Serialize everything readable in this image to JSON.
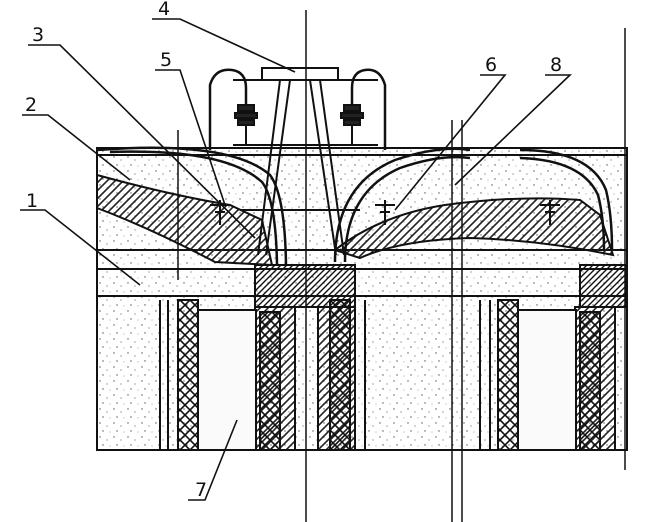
{
  "figure": {
    "labels": [
      {
        "id": "label-1",
        "text": "1"
      },
      {
        "id": "label-2",
        "text": "2"
      },
      {
        "id": "label-3",
        "text": "3"
      },
      {
        "id": "label-4",
        "text": "4"
      },
      {
        "id": "label-5",
        "text": "5"
      },
      {
        "id": "label-6",
        "text": "6"
      },
      {
        "id": "label-7",
        "text": "7"
      },
      {
        "id": "label-8",
        "text": "8"
      }
    ]
  }
}
